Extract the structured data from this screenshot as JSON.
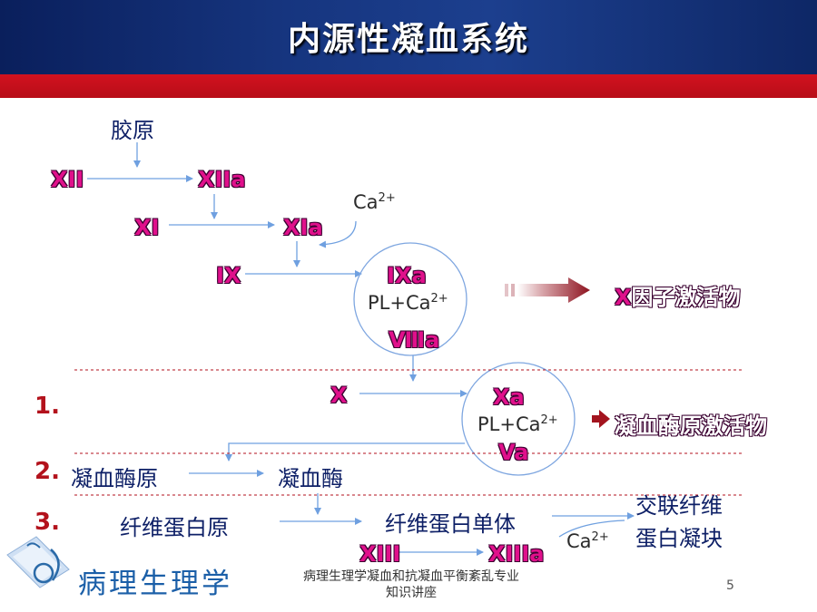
{
  "title": "内源性凝血系统",
  "nodes": {
    "collagen": "胶原",
    "f12": "XII",
    "f12a_roman": "XII",
    "f12a_suffix": "a",
    "f11": "XI",
    "f11a_roman": "XI",
    "f11a_suffix": "a",
    "ca1_base": "Ca",
    "ca1_sup": "2+",
    "f9": "IX",
    "f9a_roman": "IX",
    "f9a_suffix": "a",
    "pl_ca_1_base": "PL+Ca",
    "pl_ca_1_sup": "2+",
    "f8a_roman": "Ⅷ",
    "f8a_suffix": "a",
    "tenase_roman": "X",
    "tenase_text": "因子激活物",
    "f10": "X",
    "f10a_roman": "X",
    "f10a_suffix": "a",
    "pl_ca_2_base": "PL+Ca",
    "pl_ca_2_sup": "2+",
    "f5a_roman": "V",
    "f5a_suffix": "a",
    "prothrombinase": "凝血酶原激活物",
    "prothrombin": "凝血酶原",
    "thrombin": "凝血酶",
    "fibrinogen": "纤维蛋白原",
    "fibrin_monomer": "纤维蛋白单体",
    "crosslinked_line1": "交联纤维",
    "crosslinked_line2": "蛋白凝块",
    "f13": "XIII",
    "f13a_roman": "XIII",
    "f13a_suffix": "a",
    "ca3_base": "Ca",
    "ca3_sup": "2+"
  },
  "steps": [
    "1.",
    "2.",
    "3."
  ],
  "logo": {
    "text": "病理生理学",
    "icon": "stethoscope-book-icon"
  },
  "footer": {
    "line1": "病理生理学凝血和抗凝血平衡紊乱专业",
    "line2": "知识讲座"
  },
  "page_number": "5",
  "colors": {
    "title_bar": "#16357f",
    "red_bar": "#c8101c",
    "factor_text": "#e0108b",
    "navy_text": "#0d1f66",
    "arrow": "#6fa0e0",
    "circle": "#7ea6e0",
    "divider": "#b3121c"
  }
}
